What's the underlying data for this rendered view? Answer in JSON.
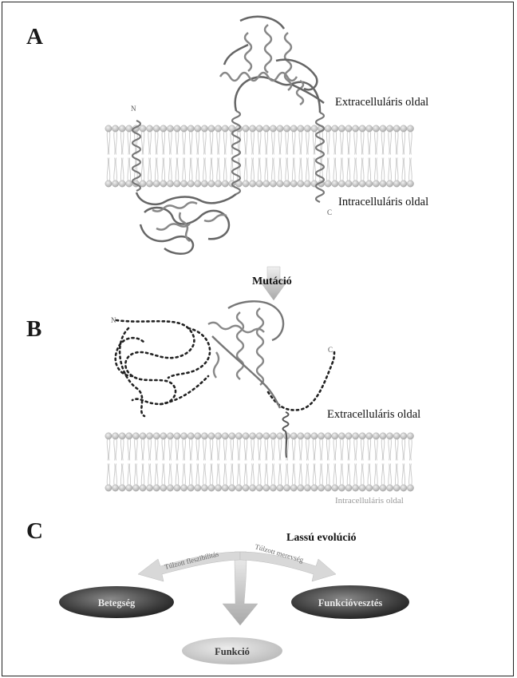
{
  "panels": {
    "a": {
      "letter": "A",
      "extracellular_label": "Extracelluláris oldal",
      "intracellular_label": "Intracelluláris oldal",
      "n_terminus": "N",
      "c_terminus": "C"
    },
    "mutation_label": "Mutáció",
    "b": {
      "letter": "B",
      "extracellular_label": "Extracelluláris oldal",
      "intracellular_label": "Intracelluláris oldal",
      "n_terminus": "N",
      "c_terminus": "C"
    },
    "c": {
      "letter": "C",
      "slow_evolution_label": "Lassú evolúció",
      "left_branch_label": "Túlzott fleszibilitás",
      "right_branch_label": "Túlzott merevség",
      "outcomes": [
        "Betegség",
        "Funkció",
        "Funkcióvesztés"
      ]
    }
  }
}
